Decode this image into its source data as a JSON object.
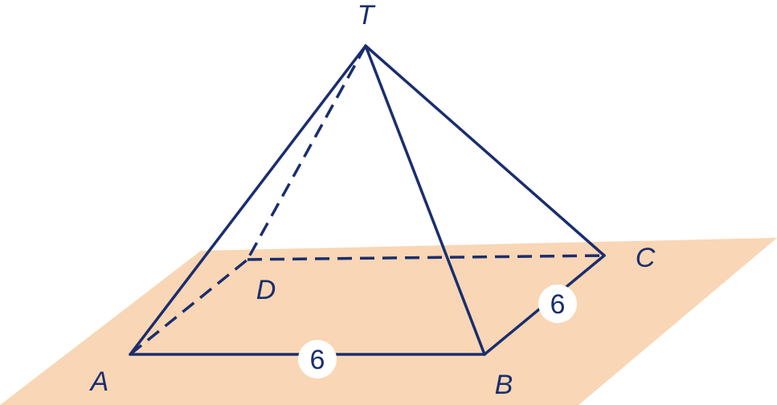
{
  "colors": {
    "line": "#1a2e6e",
    "plane": "#f9d6b5",
    "label_bg": "#ffffff"
  },
  "vertices": {
    "T": "T",
    "A": "A",
    "B": "B",
    "C": "C",
    "D": "D"
  },
  "edge_labels": {
    "AB": "6",
    "BC": "6"
  }
}
